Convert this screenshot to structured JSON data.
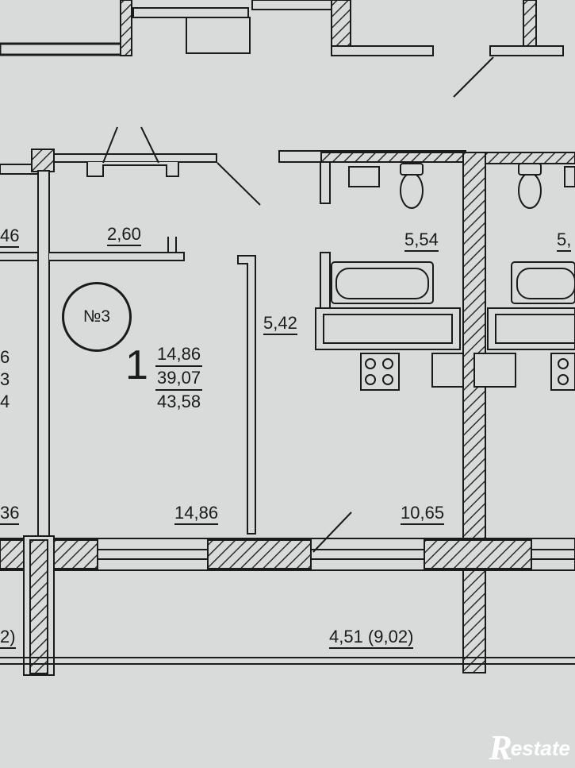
{
  "apartment": {
    "number_label": "№3",
    "rooms": "1",
    "area_living": "14,86",
    "area_total": "39,07",
    "area_with_balcony": "43,58"
  },
  "rooms": {
    "left_partial_top": "46",
    "left_partial_mid1": "6",
    "left_partial_mid2": "3",
    "left_partial_mid3": "4",
    "left_partial_bottom": "36",
    "left_partial_balcony": "2)",
    "hall_area": "2,60",
    "corridor_area": "5,42",
    "living_room_area": "14,86",
    "bathroom_area": "5,54",
    "bathroom_right_partial": "5,",
    "kitchen_area": "10,65",
    "balcony_area": "4,51 (9,02)"
  },
  "watermark": {
    "logo_letter": "R",
    "text": "estate"
  },
  "colors": {
    "paper": "#d9dbda",
    "ink": "#1b1b1b",
    "hatch": "#3a3a3a"
  }
}
